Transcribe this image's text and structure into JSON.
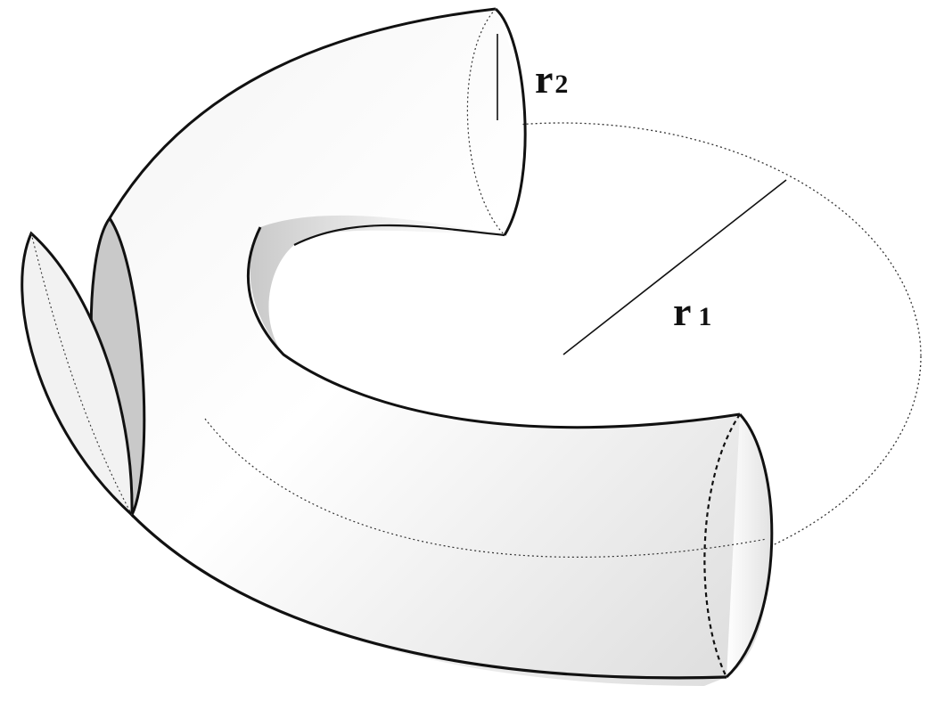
{
  "labels": {
    "r2_main": "r",
    "r2_sub": "2",
    "r1_main": "r",
    "r1_sub": "1"
  },
  "colors": {
    "outline": "#111111",
    "surface_light": "#ffffff",
    "surface_shade": "#d9d9d9",
    "cut_face": "#c8c8c8",
    "dotted_guide": "#333333"
  }
}
